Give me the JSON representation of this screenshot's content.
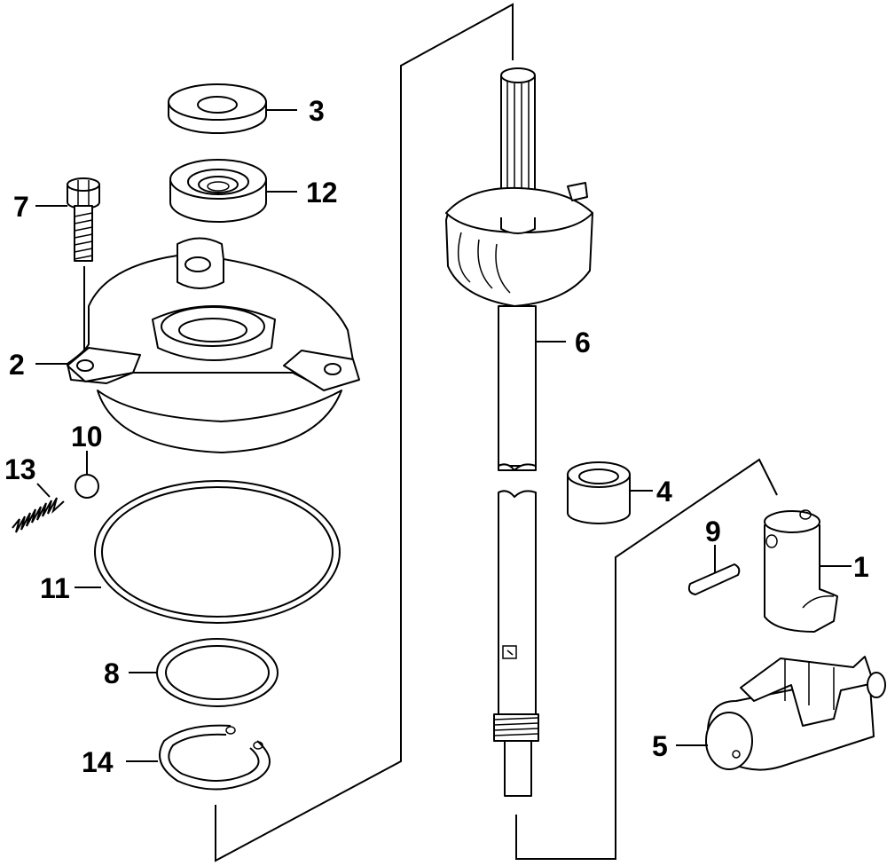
{
  "diagram": {
    "parts": [
      {
        "id": "p1",
        "label": "1"
      },
      {
        "id": "p2",
        "label": "2"
      },
      {
        "id": "p3",
        "label": "3"
      },
      {
        "id": "p4",
        "label": "4"
      },
      {
        "id": "p5",
        "label": "5"
      },
      {
        "id": "p6",
        "label": "6"
      },
      {
        "id": "p7",
        "label": "7"
      },
      {
        "id": "p8",
        "label": "8"
      },
      {
        "id": "p9",
        "label": "9"
      },
      {
        "id": "p10",
        "label": "10"
      },
      {
        "id": "p11",
        "label": "11"
      },
      {
        "id": "p12",
        "label": "12"
      },
      {
        "id": "p13",
        "label": "13"
      },
      {
        "id": "p14",
        "label": "14"
      }
    ]
  }
}
